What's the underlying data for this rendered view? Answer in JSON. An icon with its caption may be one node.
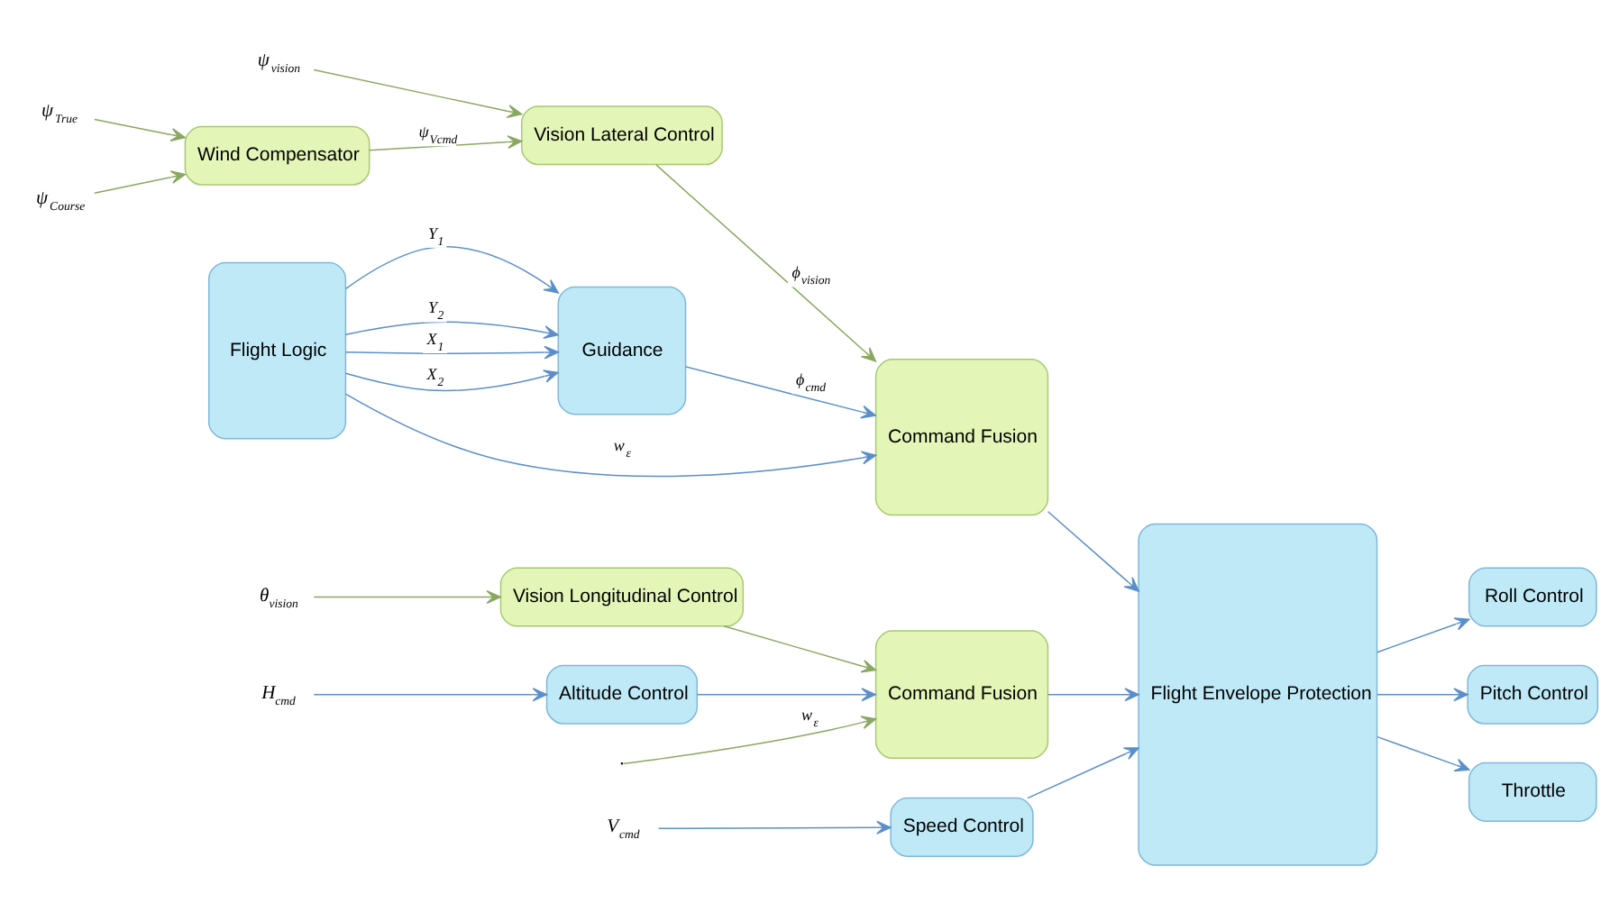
{
  "diagram": {
    "nodes": [
      {
        "text": [
          "Flight Logic"
        ]
      },
      {
        "text": [
          "Guidance"
        ]
      },
      {
        "text": [
          "Command Fusion"
        ]
      },
      {
        "text": [
          "Wind Compensator"
        ]
      },
      {
        "text": [
          "Vision Lateral Control"
        ]
      },
      {
        "text": [
          "Vision Longitudinal Control"
        ]
      },
      {
        "text": [
          "Command Fusion"
        ]
      },
      {
        "text": [
          "Altitude Control"
        ]
      },
      {
        "text": [
          "Speed Control"
        ]
      },
      {
        "text": [
          "Flight Envelope Protection"
        ]
      },
      {
        "text": [
          "Roll Control"
        ]
      },
      {
        "text": [
          "Pitch Control"
        ]
      },
      {
        "text": [
          "Throttle"
        ]
      },
      {
        "text": [
          "ψ$_{True}$"
        ]
      },
      {
        "text": [
          "ψ$_{Course}$"
        ]
      },
      {
        "text": [
          "ψ$_{vision}$"
        ]
      },
      {
        "text": [
          "θ$_{vision}$"
        ]
      },
      {
        "text": [
          "H$_{cmd}$"
        ]
      },
      {
        "text": [
          "V$_{cmd}$"
        ]
      }
    ],
    "edges": [
      {
        "from": 0,
        "to": 1,
        "arrow": "to",
        "label": "X$_{1}$"
      },
      {
        "from": 0,
        "to": 1,
        "arrow": "to",
        "label": "X$_{2}$"
      },
      {
        "from": 0,
        "to": 1,
        "arrow": "to",
        "label": "Y$_{1}$"
      },
      {
        "from": 0,
        "to": 1,
        "arrow": "to",
        "label": "Y$_{2}$"
      },
      {
        "from": 1,
        "to": 2,
        "arrow": "to",
        "label": "ϕ$_{cmd}$"
      },
      {
        "from": 0,
        "to": 2,
        "arrow": "to",
        "label": "w$_{ε}$"
      },
      {
        "from": 13,
        "to": 3,
        "arrow": "to",
        "color": "#8aa860"
      },
      {
        "from": 14,
        "to": 3,
        "arrow": "to",
        "color": "#8aa860"
      },
      {
        "from": 15,
        "to": 4,
        "arrow": "to",
        "color": "#8aa860"
      },
      {
        "from": 3,
        "to": 4,
        "arrow": "to",
        "label": "ψ$_{Vcmd}$",
        "color": "#8aa860"
      },
      {
        "from": 4,
        "to": 2,
        "arrow": "to",
        "label": "ϕ$_{vision}$",
        "color": "#8aa860"
      },
      {
        "from": 16,
        "to": 5,
        "arrow": "to",
        "color": "#8aa860"
      },
      {
        "from": 5,
        "to": 6,
        "arrow": "to",
        "color": "#8aa860"
      },
      {
        "from": null,
        "to": 6,
        "arrow": "to",
        "label": "w$_{ε}$",
        "color": "#8aa860"
      },
      {
        "from": 7,
        "to": 6,
        "arrow": "to"
      },
      {
        "from": 17,
        "to": 7,
        "arrow": "to"
      },
      {
        "from": 18,
        "to": 8,
        "arrow": "to"
      },
      {
        "from": 2,
        "to": 9,
        "arrow": "to"
      },
      {
        "from": 6,
        "to": 9,
        "arrow": "to"
      },
      {
        "from": 8,
        "to": 9,
        "arrow": "to"
      },
      {
        "from": 9,
        "to": 10,
        "arrow": "to"
      },
      {
        "from": 9,
        "to": 11,
        "arrow": "to"
      },
      {
        "from": 9,
        "to": 12,
        "arrow": "to"
      }
    ]
  }
}
